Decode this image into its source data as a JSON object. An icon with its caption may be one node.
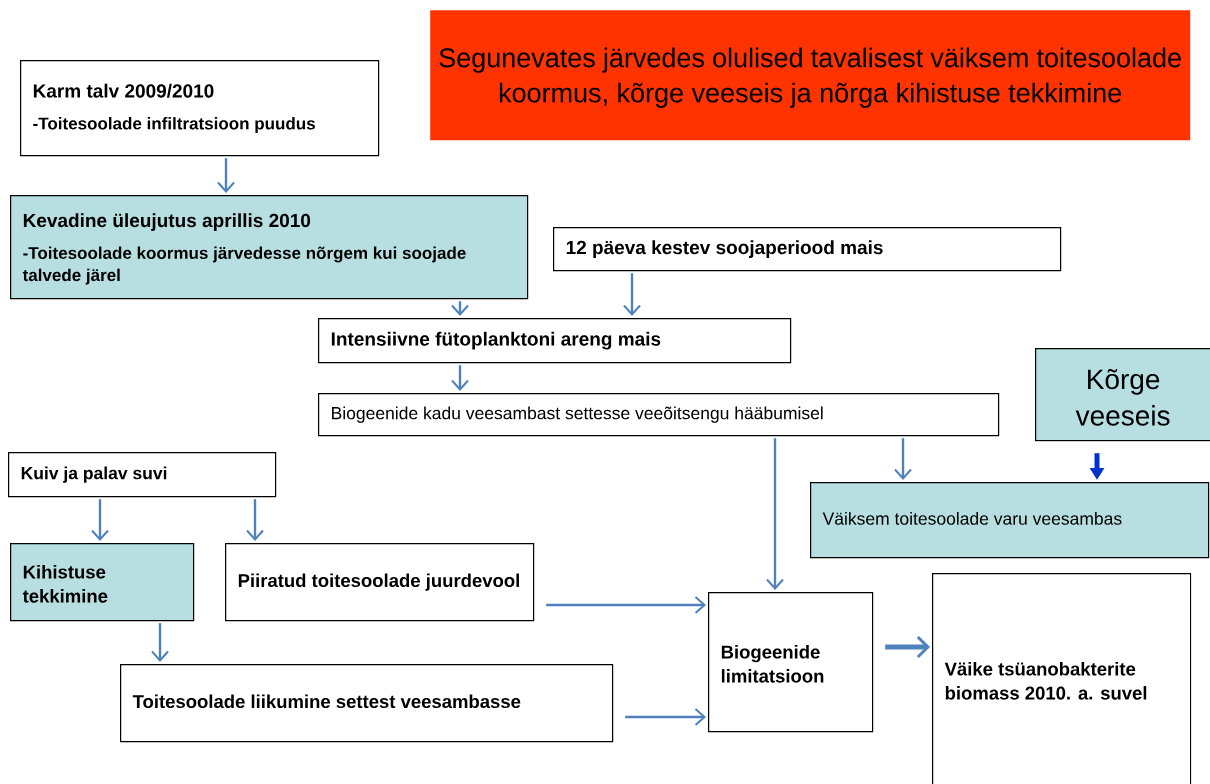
{
  "diagram": {
    "nodes": [
      {
        "text": [
          "Segunevates järvedes olulised tavalisest väiksem toitesoolade koormus, kõrge veeseis ja nõrga kihistuse tekkimine"
        ]
      },
      {
        "text": [
          "Karm talv 2009/2010",
          "-Toitesoolade infiltratsioon puudus"
        ]
      },
      {
        "text": [
          "Kevadine üleujutus aprillis 2010",
          "-Toitesoolade koormus järvedesse nõrgem kui soojade talvede järel"
        ]
      },
      {
        "text": [
          "12 päeva kestev soojaperiood mais"
        ]
      },
      {
        "text": [
          "Intensiivne fütoplanktoni areng mais"
        ]
      },
      {
        "text": [
          "Biogeenide kadu veesambast settesse veeõitsengu hääbumisel"
        ]
      },
      {
        "text": [
          "Kõrge veeseis"
        ]
      },
      {
        "text": [
          "Kuiv ja palav suvi"
        ]
      },
      {
        "text": [
          "Väiksem toitesoolade varu veesambas"
        ]
      },
      {
        "text": [
          "Kihistuse tekkimine"
        ]
      },
      {
        "text": [
          "Piiratud toitesoolade juurdevool"
        ]
      },
      {
        "text": [
          "Toitesoolade liikumine settest veesambasse"
        ]
      },
      {
        "text": [
          "Biogeenide limitatsioon"
        ]
      },
      {
        "text": [
          "Väike tsüanobakterite biomass 2010. a. suvel"
        ]
      }
    ],
    "edges": [
      {
        "from": 1,
        "to": 2,
        "arrow": "to"
      },
      {
        "from": 2,
        "to": 4,
        "arrow": "to"
      },
      {
        "from": 3,
        "to": 4,
        "arrow": "to"
      },
      {
        "from": 4,
        "to": 5,
        "arrow": "to"
      },
      {
        "from": 5,
        "to": 8,
        "arrow": "to"
      },
      {
        "from": 6,
        "to": 8,
        "arrow": "to",
        "style": "thick",
        "color": "#0033cc"
      },
      {
        "from": 5,
        "to": 12,
        "arrow": "to"
      },
      {
        "from": 7,
        "to": 9,
        "arrow": "to"
      },
      {
        "from": 7,
        "to": 10,
        "arrow": "to"
      },
      {
        "from": 9,
        "to": 11,
        "arrow": "to"
      },
      {
        "from": 10,
        "to": 12,
        "arrow": "to"
      },
      {
        "from": 11,
        "to": 12,
        "arrow": "to"
      },
      {
        "from": 12,
        "to": 13,
        "arrow": "to",
        "style": "thick"
      }
    ]
  }
}
